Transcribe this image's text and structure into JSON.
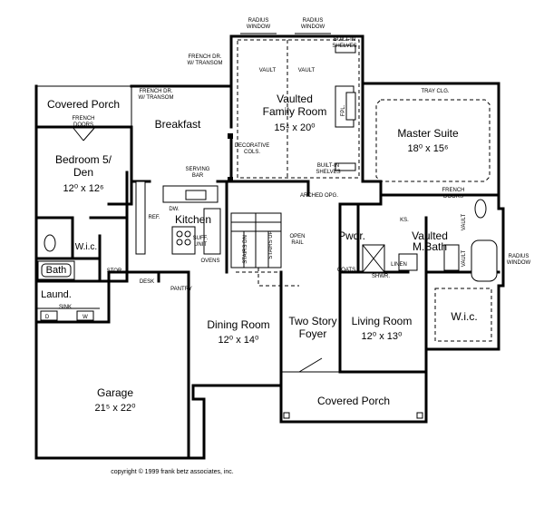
{
  "rooms": {
    "covered_porch_top": "Covered Porch",
    "breakfast": "Breakfast",
    "family_room_line1": "Vaulted",
    "family_room_line2": "Family Room",
    "family_room_dim": "15⁴ x 20⁰",
    "master_suite": "Master Suite",
    "master_suite_dim": "18⁰ x 15⁶",
    "bedroom_line1": "Bedroom 5/",
    "bedroom_line2": "Den",
    "bedroom_dim": "12⁰ x 12⁶",
    "kitchen": "Kitchen",
    "pwdr": "Pwdr.",
    "mbath_line1": "Vaulted",
    "mbath_line2": "M.Bath",
    "wic_left": "W.i.c.",
    "bath": "Bath",
    "laund": "Laund.",
    "dining_room": "Dining Room",
    "dining_room_dim": "12⁰ x 14⁰",
    "foyer_line1": "Two Story",
    "foyer_line2": "Foyer",
    "living_room": "Living Room",
    "living_room_dim": "12⁰ x 13⁰",
    "wic_right": "W.i.c.",
    "garage": "Garage",
    "garage_dim": "21⁵ x 22⁰",
    "covered_porch_bottom": "Covered Porch"
  },
  "labels": {
    "radius_window_1a": "RADIUS",
    "radius_window_1b": "WINDOW",
    "radius_window_2a": "RADIUS",
    "radius_window_2b": "WINDOW",
    "french_dr_transom_1a": "FRENCH DR.",
    "french_dr_transom_1b": "W/ TRANSOM",
    "french_dr_transom_2a": "FRENCH DR.",
    "french_dr_transom_2b": "W/ TRANSOM",
    "builtin_1a": "BUILT-IN",
    "builtin_1b": "SHELVES",
    "builtin_2a": "BUILT-IN",
    "builtin_2b": "SHELVES",
    "vault_1": "VAULT",
    "vault_2": "VAULT",
    "vault_3": "VAULT",
    "vault_4": "VAULT",
    "fpl": "FPL.",
    "tray_clg": "TRAY CLG.",
    "french_doors_1a": "FRENCH",
    "french_doors_1b": "DOORS",
    "french_doors_2a": "FRENCH",
    "french_doors_2b": "DOORS",
    "decorative_1": "DECORATIVE",
    "decorative_2": "COLS.",
    "serving_1": "SERVING",
    "serving_2": "BAR",
    "dw": "DW.",
    "ref": "REF.",
    "arched_opg": "ARCHED OPG.",
    "ks": "KS.",
    "open_rail_1": "OPEN",
    "open_rail_2": "RAIL",
    "stairs_dn": "STAIRS DN",
    "stairs_up": "STAIRS UP",
    "suff_1": "SUFF.",
    "suff_2": "UNIT",
    "ovens": "OVENS",
    "coats": "COATS",
    "shwr": "SHWR.",
    "linen": "LINEN",
    "radius_window_3a": "RADIUS",
    "radius_window_3b": "WINDOW",
    "stor": "STOR",
    "desk": "DESK",
    "pantry": "PANTRY",
    "sink": "SINK",
    "d": "D",
    "w": "W",
    "copyright": "copyright © 1999 frank betz associates, inc."
  }
}
